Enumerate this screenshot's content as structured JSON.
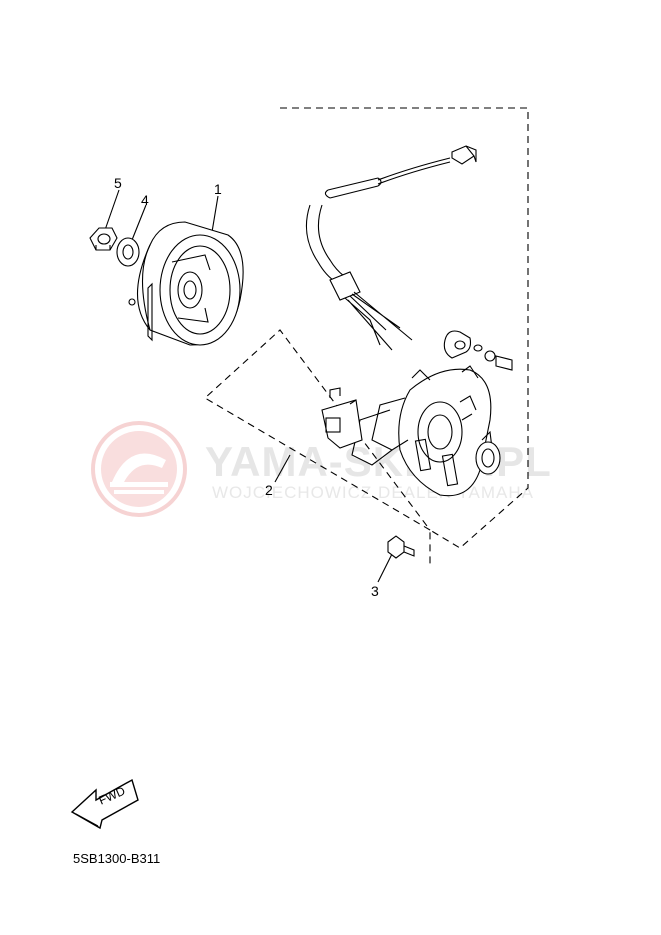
{
  "watermark": {
    "main": "YAMA-SKLEP.PL",
    "sub": "WOJCIECHOWICZ DEALER YAMAHA"
  },
  "callouts": {
    "c1": "1",
    "c2": "2",
    "c3": "3",
    "c4": "4",
    "c5": "5"
  },
  "fwd_label": "FWD",
  "diagram_code": "5SB1300-B311"
}
